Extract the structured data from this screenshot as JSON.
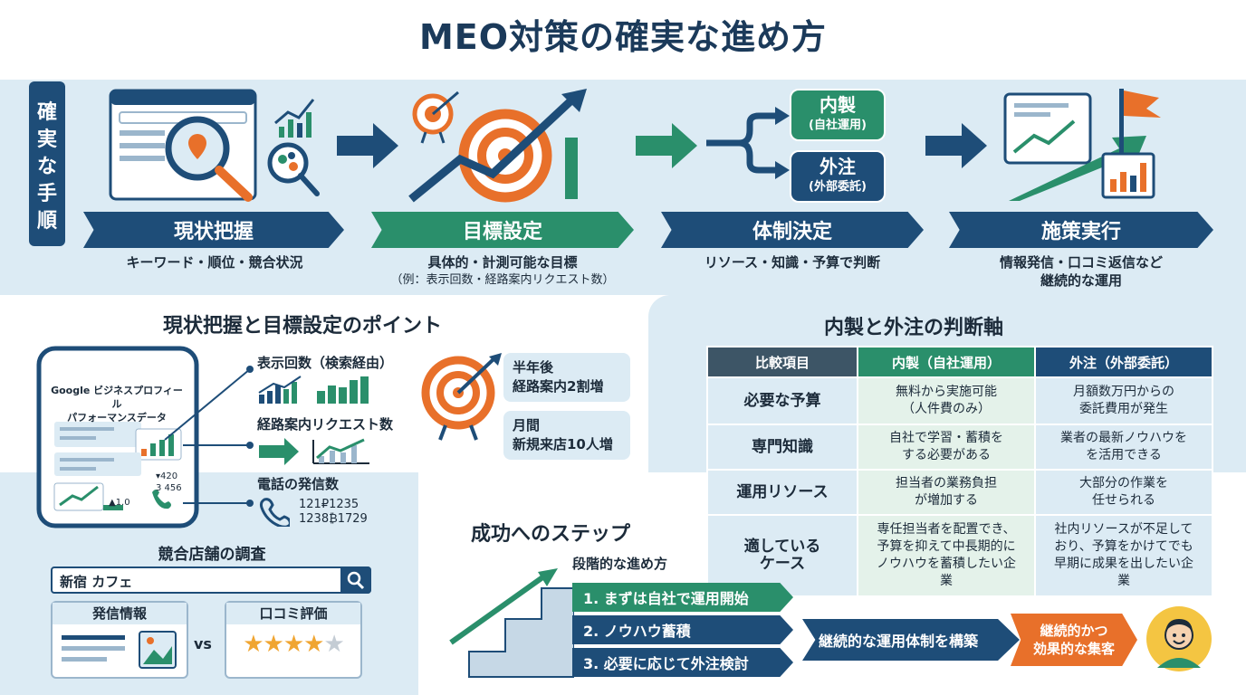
{
  "title": "MEO対策の確実な進め方",
  "steps_label": "確実な手順",
  "steps": [
    {
      "name": "現状把握",
      "desc": "キーワード・順位・競合状況",
      "desc2": ""
    },
    {
      "name": "目標設定",
      "desc": "具体的・計測可能な目標",
      "desc2": "（例：表示回数・経路案内リクエスト数）"
    },
    {
      "name": "体制決定",
      "desc": "リソース・知識・予算で判断",
      "desc2": ""
    },
    {
      "name": "施策実行",
      "desc": "情報発信・口コミ返信など",
      "desc2": "継続的な運用"
    }
  ],
  "branch": {
    "inhouse": "内製",
    "inhouse_sub": "(自社運用)",
    "outsource": "外注",
    "outsource_sub": "(外部委託)"
  },
  "points": {
    "title": "現状把握と目標設定のポイント",
    "phone_line1": "Google ビジネスプロフィール",
    "phone_line2": "パフォーマンスデータ",
    "phone_num1": "▾420",
    "phone_num2": "3 456",
    "phone_num3": "▲1.0",
    "metric1": "表示回数（検索経由）",
    "metric2": "経路案内リクエスト数",
    "metric3": "電話の発信数",
    "metric3_num1": "121₽1235",
    "metric3_num2": "1238₿1729",
    "goal1_a": "半年後",
    "goal1_b": "経路案内2割増",
    "goal2_a": "月間",
    "goal2_b": "新規来店10人増"
  },
  "competitor": {
    "title": "競合店舗の調査",
    "search_value": "新宿 カフェ",
    "card1": "発信情報",
    "vs": "vs",
    "card2": "口コミ評価",
    "rating": 4
  },
  "compare": {
    "title": "内製と外注の判断軸",
    "headers": [
      "比較項目",
      "内製（自社運用）",
      "外注（外部委託）"
    ],
    "rows": [
      {
        "item": "必要な予算",
        "in": [
          "無料から実施可能",
          "（人件費のみ）"
        ],
        "out": [
          "月額数万円からの",
          "委託費用が発生"
        ]
      },
      {
        "item": "専門知識",
        "in": [
          "自社で学習・蓄積を",
          "する必要がある"
        ],
        "out": [
          "業者の最新ノウハウを",
          "を活用できる"
        ]
      },
      {
        "item": "運用リソース",
        "in": [
          "担当者の業務負担",
          "が増加する"
        ],
        "out": [
          "大部分の作業を",
          "任せられる"
        ]
      },
      {
        "item": "適している\nケース",
        "in": [
          "専任担当者を配置でき、",
          "予算を抑えて中長期的に",
          "ノウハウを蓄積したい企",
          "業"
        ],
        "out": [
          "社内リソースが不足して",
          "おり、予算をかけてでも",
          "早期に成果を出したい企",
          "業"
        ]
      }
    ]
  },
  "success": {
    "title": "成功へのステップ",
    "subtitle": "段階的な進め方",
    "steps": [
      "1. まずは自社で運用開始",
      "2. ノウハウ蓄積",
      "3. 必要に応じて外注検討"
    ],
    "result1": "継続的な運用体制を構築",
    "result2_a": "継続的かつ",
    "result2_b": "効果的な集客"
  },
  "colors": {
    "navy": "#1e4d78",
    "green": "#2a8f6b",
    "orange": "#e8702a",
    "light": "#dcebf4"
  }
}
